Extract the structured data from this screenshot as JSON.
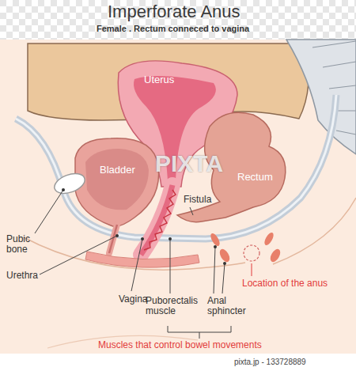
{
  "diagram": {
    "title": "Imperforate Anus",
    "labels": [
      "Female . Rectum conneced to vagina",
      "Uterus",
      "Bladder",
      "Rectum",
      "Fistula",
      "Pubic bone",
      "Urethra",
      "Vagina",
      "Puborectalis muscle",
      "Anal sphincter",
      "Location of the anus",
      "Muscles that control bowel movements",
      "PIXTA",
      "pixta.jp - 133728889"
    ]
  }
}
